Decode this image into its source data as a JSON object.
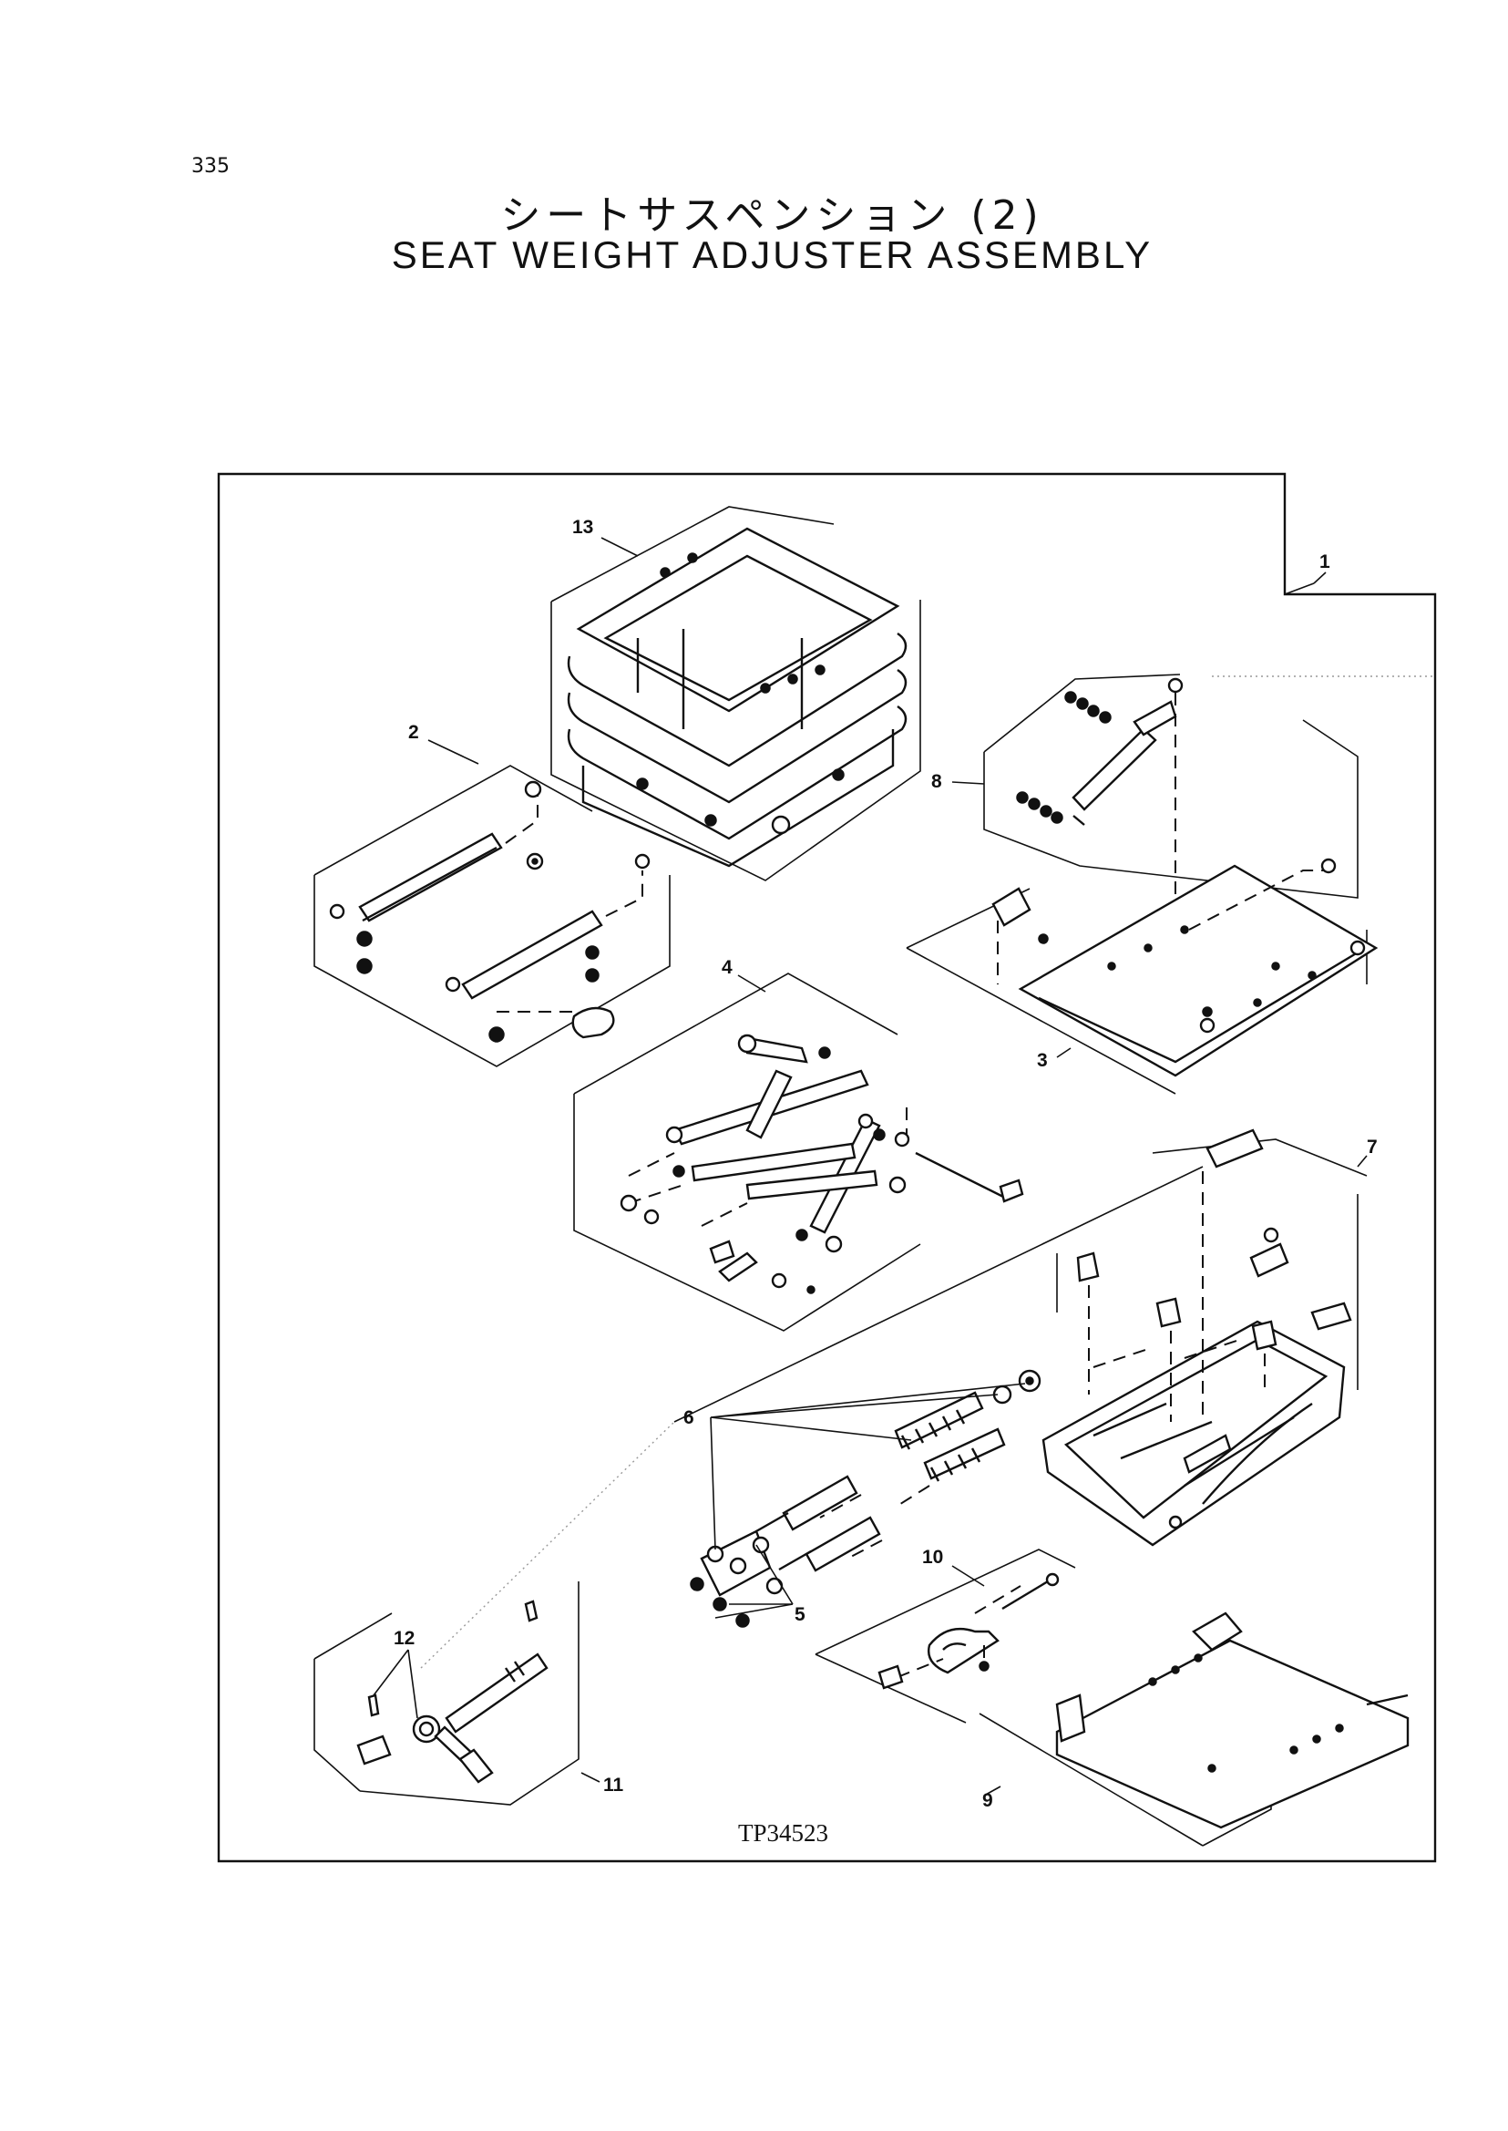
{
  "page_number": "335",
  "title_jp": "シートサスペンション (2)",
  "title_en": "SEAT WEIGHT ADJUSTER ASSEMBLY",
  "drawing_number": "TP34523",
  "callouts": [
    {
      "id": "c1",
      "label": "1"
    },
    {
      "id": "c2",
      "label": "2"
    },
    {
      "id": "c3",
      "label": "3"
    },
    {
      "id": "c4",
      "label": "4"
    },
    {
      "id": "c5",
      "label": "5"
    },
    {
      "id": "c6",
      "label": "6"
    },
    {
      "id": "c7",
      "label": "7"
    },
    {
      "id": "c8",
      "label": "8"
    },
    {
      "id": "c9",
      "label": "9"
    },
    {
      "id": "c10",
      "label": "10"
    },
    {
      "id": "c11",
      "label": "11"
    },
    {
      "id": "c12",
      "label": "12"
    },
    {
      "id": "c13",
      "label": "13"
    }
  ]
}
